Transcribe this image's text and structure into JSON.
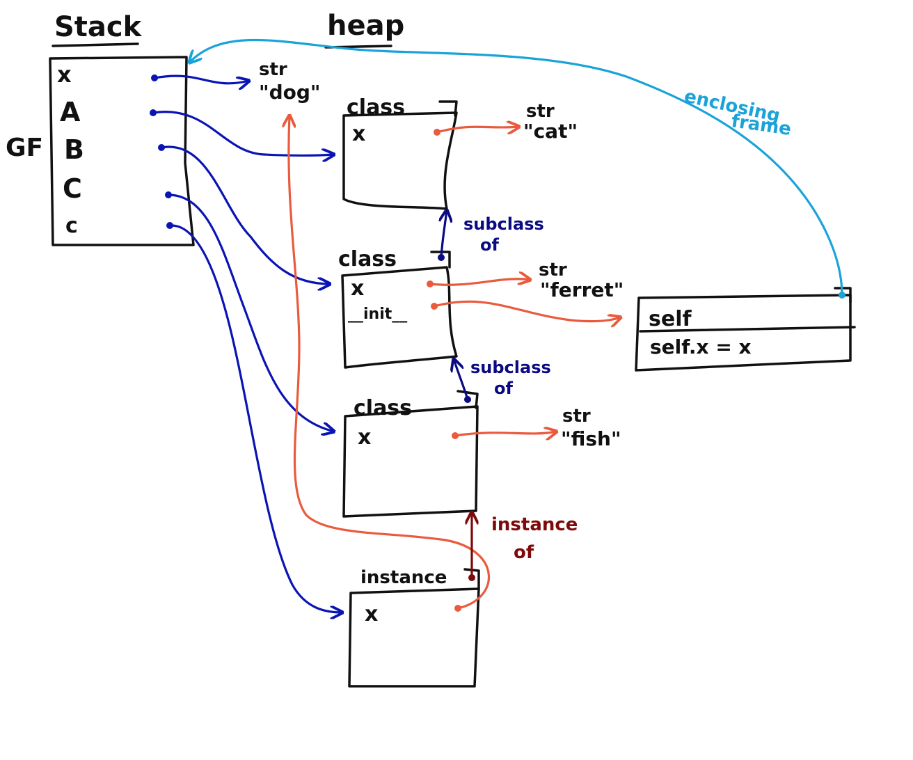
{
  "headers": {
    "stack": "Stack",
    "heap": "heap"
  },
  "frame_label": "GF",
  "stack_vars": [
    "x",
    "A",
    "B",
    "C",
    "c"
  ],
  "strings": {
    "dog": {
      "type": "str",
      "value": "\"dog\""
    },
    "cat": {
      "type": "str",
      "value": "\"cat\""
    },
    "ferret": {
      "type": "str",
      "value": "\"ferret\""
    },
    "fish": {
      "type": "str",
      "value": "\"fish\""
    }
  },
  "objects": {
    "class_a": {
      "label": "class",
      "attrs": [
        "x"
      ]
    },
    "class_b": {
      "label": "class",
      "attrs": [
        "x",
        "__init__"
      ]
    },
    "class_c": {
      "label": "class",
      "attrs": [
        "x"
      ]
    },
    "instance": {
      "label": "instance",
      "attrs": [
        "x"
      ]
    }
  },
  "method_frame": {
    "label": "self",
    "body": "self.x = x"
  },
  "annotations": {
    "subclass_of_1": [
      "subclass",
      "of"
    ],
    "subclass_of_2": [
      "subclass",
      "of"
    ],
    "instance_of": [
      "instance",
      "of"
    ],
    "enclosing_frame": [
      "enclosing",
      "frame"
    ]
  },
  "colors": {
    "ink": "#111111",
    "stack_ref": "#0a14b4",
    "heap_ref": "#ea5a3c",
    "subclass": "#0a0a82",
    "instance_of": "#7d0a0a",
    "enclosing": "#1aa3d9"
  }
}
